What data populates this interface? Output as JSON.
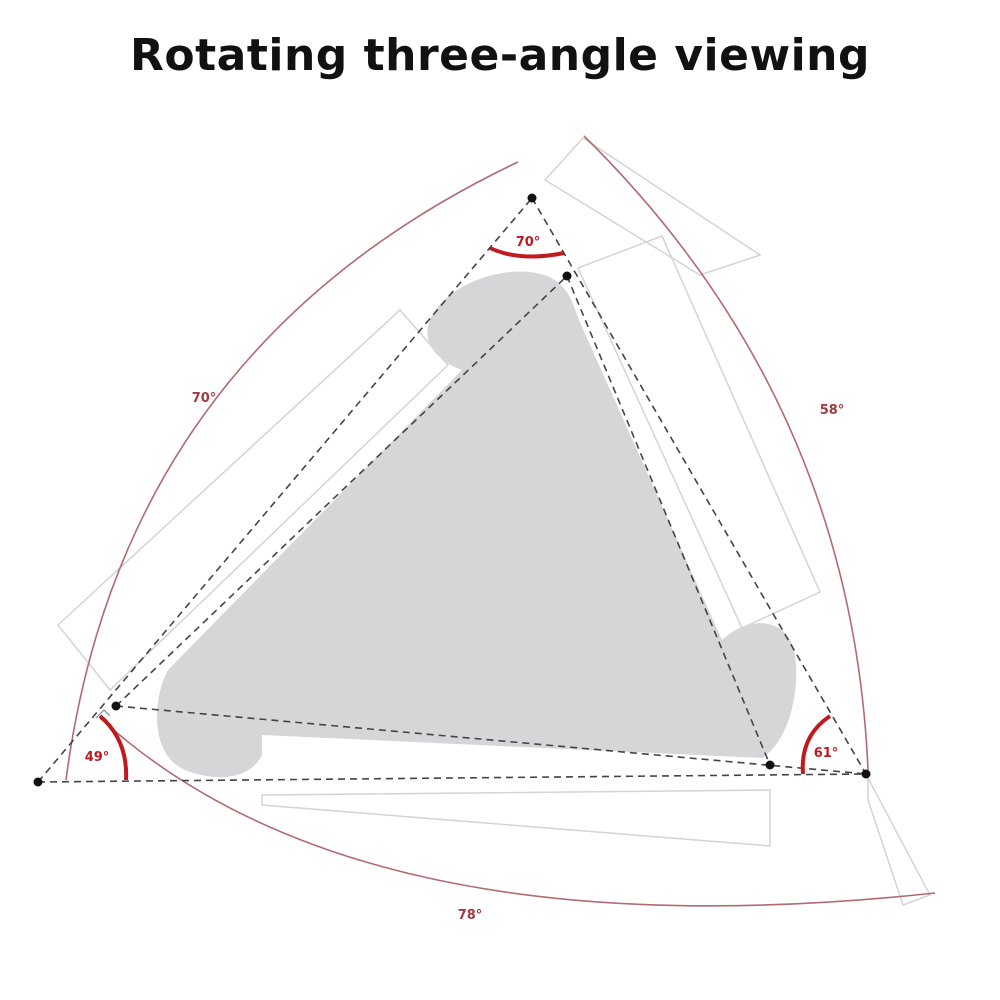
{
  "title": "Rotating three-angle viewing",
  "labels": {
    "top_angle": "70°",
    "right_angle": "61°",
    "left_angle": "49°",
    "arc_left": "70°",
    "arc_right": "58°",
    "arc_bottom": "78°"
  },
  "colors": {
    "accent": "#c0191f",
    "arc_line": "#b26b70",
    "stand_fill": "#d6d6d9",
    "outline": "#d4d4d4",
    "dashed": "#444444",
    "title": "#111111"
  }
}
